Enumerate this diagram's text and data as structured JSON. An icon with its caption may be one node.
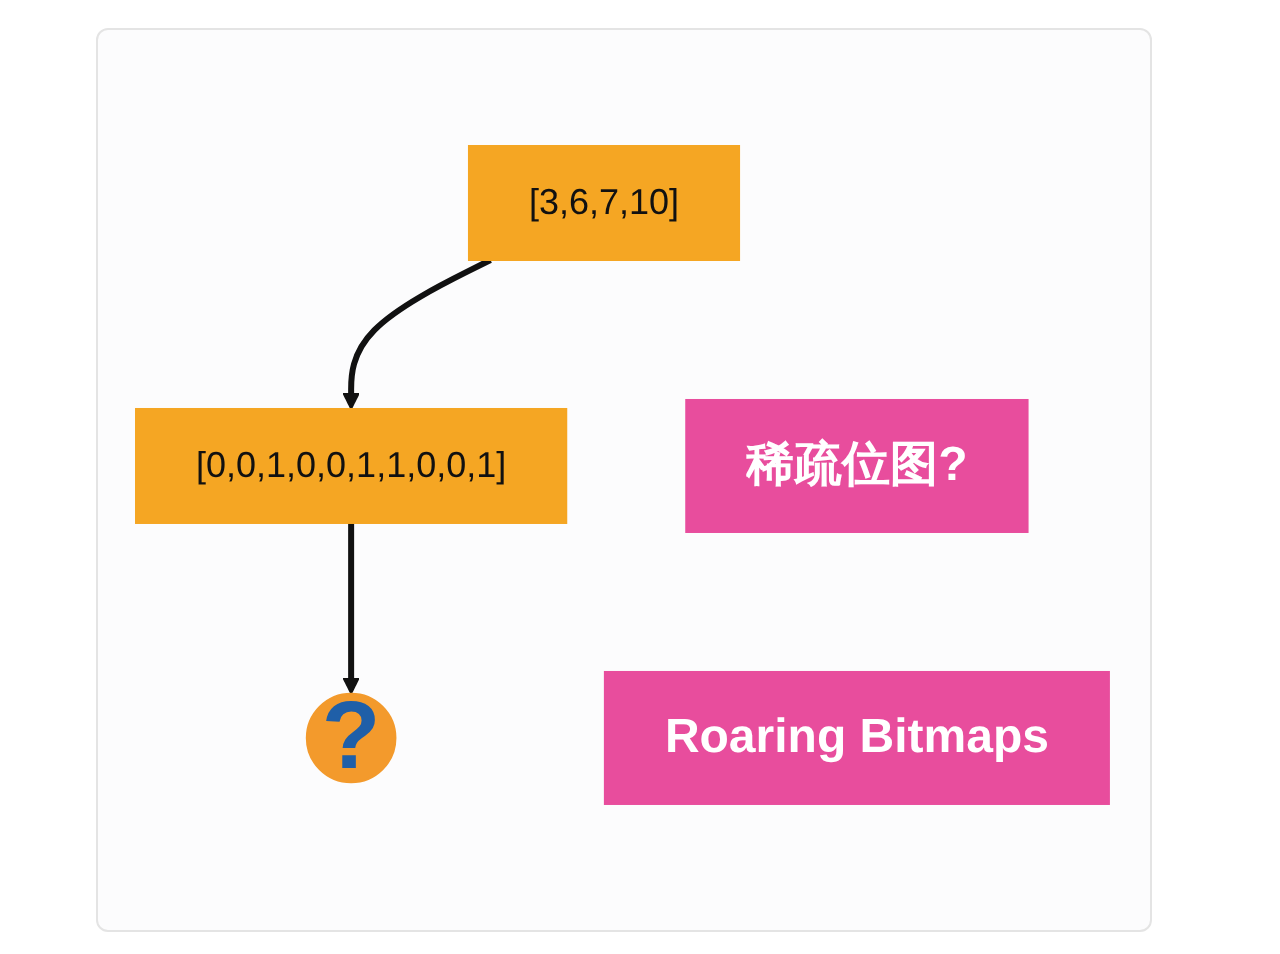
{
  "diagram": {
    "nodes": [
      {
        "text": [
          "[3,6,7,10]"
        ]
      },
      {
        "text": [
          "[0,0,1,0,0,1,1,0,0,1]"
        ]
      },
      {
        "text": [
          "稀疏位图?"
        ]
      },
      {
        "text": [
          "?"
        ]
      },
      {
        "text": [
          "Roaring Bitmaps"
        ]
      }
    ],
    "edges": [
      {
        "from": 0,
        "to": 1,
        "arrow": "to"
      },
      {
        "from": 1,
        "to": 3,
        "arrow": "to"
      }
    ]
  }
}
